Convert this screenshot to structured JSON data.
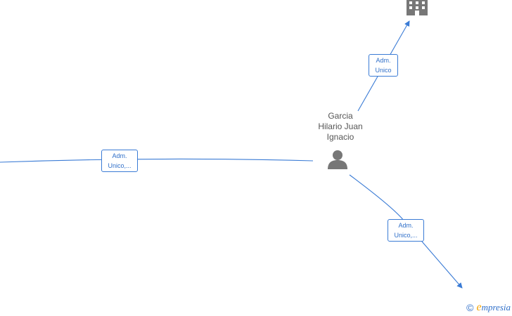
{
  "person": {
    "name_lines": [
      "Garcia",
      "Hilario Juan",
      "Ignacio"
    ],
    "icon": "person-icon"
  },
  "company_node": {
    "icon": "building-icon"
  },
  "relations": [
    {
      "id": "left",
      "lines": [
        "Adm.",
        "Unico,..."
      ]
    },
    {
      "id": "top-right",
      "lines": [
        "Adm.",
        "Unico"
      ]
    },
    {
      "id": "bottom-right",
      "lines": [
        "Adm.",
        "Unico,..."
      ]
    }
  ],
  "colors": {
    "edge": "#3a7bd5",
    "label_text": "#2f6fc9",
    "node_icon": "#777777",
    "accent": "#f5a300"
  },
  "watermark": {
    "copyright": "©",
    "brand_initial": "e",
    "brand_rest": "mpresia"
  }
}
